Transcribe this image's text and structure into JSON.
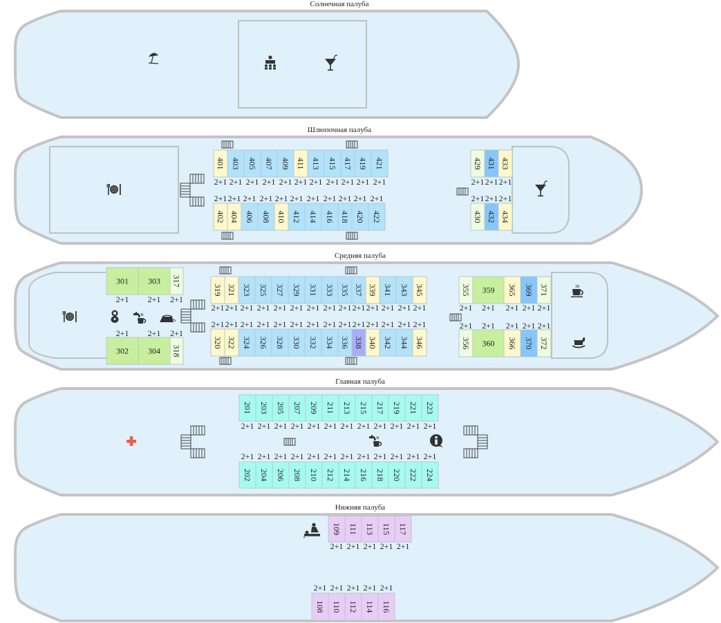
{
  "colors": {
    "hull_fill": "#e0f1fb",
    "hull_stroke": "#c4c4c4",
    "cabin_blue": "#b3e2fb",
    "cabin_yellow": "#fff8cc",
    "cabin_lightgreen": "#effce0",
    "cabin_green": "#c8ef9e",
    "cabin_darkblue": "#86c6fa",
    "cabin_violet": "#a7aefa",
    "cabin_cyan": "#a6fbef",
    "cabin_purple": "#e8cdf6",
    "medical_red": "#f05a4a"
  },
  "decks": [
    {
      "id": "sun",
      "title": "Солнечная палуба",
      "icons": [
        "beach-umbrella-icon",
        "conference-icon",
        "cocktail-bar-icon"
      ]
    },
    {
      "id": "boat",
      "title": "Шлюпочная палуба",
      "icons": [
        "restaurant-icon",
        "cocktail-bar-icon"
      ]
    },
    {
      "id": "middle",
      "title": "Средняя палуба",
      "icons": [
        "restaurant-icon",
        "child-care-icon",
        "boiling-water-icon",
        "ironing-icon",
        "coffee-icon",
        "rocking-horse-icon"
      ]
    },
    {
      "id": "main",
      "title": "Главная палуба",
      "icons": [
        "medical-cross-icon",
        "boiling-water-icon",
        "info-icon"
      ]
    },
    {
      "id": "lower",
      "title": "Нижняя палуба",
      "icons": [
        "massage-icon"
      ]
    }
  ],
  "cabins": {
    "boat_top": [
      {
        "n": "401",
        "c": "yellow",
        "cap": "2+1"
      },
      {
        "n": "403",
        "c": "blue",
        "cap": "2+1"
      },
      {
        "n": "405",
        "c": "blue",
        "cap": "2+1"
      },
      {
        "n": "407",
        "c": "blue",
        "cap": "2+1"
      },
      {
        "n": "409",
        "c": "blue",
        "cap": "2+1"
      },
      {
        "n": "411",
        "c": "yellow",
        "cap": "2+1"
      },
      {
        "n": "413",
        "c": "blue",
        "cap": "2+1"
      },
      {
        "n": "415",
        "c": "blue",
        "cap": "2+1"
      },
      {
        "n": "417",
        "c": "blue",
        "cap": "2+1"
      },
      {
        "n": "419",
        "c": "blue",
        "cap": "2+1"
      },
      {
        "n": "421",
        "c": "blue",
        "cap": "2+1"
      }
    ],
    "boat_bottom": [
      {
        "n": "402",
        "c": "yellow",
        "cap": "2+1"
      },
      {
        "n": "404",
        "c": "yellow",
        "cap": "2+1"
      },
      {
        "n": "406",
        "c": "blue",
        "cap": "2+1"
      },
      {
        "n": "408",
        "c": "blue",
        "cap": "2+1"
      },
      {
        "n": "410",
        "c": "yellow",
        "cap": "2+1"
      },
      {
        "n": "412",
        "c": "blue",
        "cap": "2+1"
      },
      {
        "n": "414",
        "c": "blue",
        "cap": "2+1"
      },
      {
        "n": "416",
        "c": "blue",
        "cap": "2+1"
      },
      {
        "n": "418",
        "c": "blue",
        "cap": "2+1"
      },
      {
        "n": "420",
        "c": "blue",
        "cap": "2+1"
      },
      {
        "n": "422",
        "c": "blue",
        "cap": "2+1"
      }
    ],
    "boat_bow_top": [
      {
        "n": "429",
        "c": "lightgreen",
        "cap": "2+1"
      },
      {
        "n": "431",
        "c": "darkblue",
        "cap": "2+1"
      },
      {
        "n": "433",
        "c": "yellow",
        "cap": "2+1"
      }
    ],
    "boat_bow_bottom": [
      {
        "n": "430",
        "c": "lightgreen",
        "cap": "2+1"
      },
      {
        "n": "432",
        "c": "darkblue",
        "cap": "2+1"
      },
      {
        "n": "434",
        "c": "yellow",
        "cap": "2+1"
      }
    ],
    "middle_stern_top": [
      {
        "n": "301",
        "c": "green",
        "cap": "2+1"
      },
      {
        "n": "303",
        "c": "green",
        "cap": "2+1"
      },
      {
        "n": "317",
        "c": "lightgreen",
        "cap": "2+1"
      }
    ],
    "middle_stern_bottom": [
      {
        "n": "302",
        "c": "green",
        "cap": "2+1"
      },
      {
        "n": "304",
        "c": "green",
        "cap": "2+1"
      },
      {
        "n": "318",
        "c": "lightgreen",
        "cap": "2+1"
      }
    ],
    "middle_top": [
      {
        "n": "319",
        "c": "yellow",
        "cap": "2+1"
      },
      {
        "n": "321",
        "c": "yellow",
        "cap": "2+1"
      },
      {
        "n": "323",
        "c": "blue",
        "cap": "2+1"
      },
      {
        "n": "325",
        "c": "blue",
        "cap": "2+1"
      },
      {
        "n": "327",
        "c": "blue",
        "cap": "2+1"
      },
      {
        "n": "329",
        "c": "blue",
        "cap": "2+1"
      },
      {
        "n": "331",
        "c": "blue",
        "cap": "2+1"
      },
      {
        "n": "333",
        "c": "blue",
        "cap": "2+1"
      },
      {
        "n": "335",
        "c": "blue",
        "cap": "2+1"
      },
      {
        "n": "337",
        "c": "blue",
        "cap": "2+1"
      },
      {
        "n": "339",
        "c": "yellow",
        "cap": "2+1"
      },
      {
        "n": "341",
        "c": "blue",
        "cap": "2+1"
      },
      {
        "n": "343",
        "c": "blue",
        "cap": "2+1"
      },
      {
        "n": "345",
        "c": "yellow",
        "cap": "2+1"
      }
    ],
    "middle_bottom": [
      {
        "n": "320",
        "c": "yellow",
        "cap": "2+1"
      },
      {
        "n": "322",
        "c": "yellow",
        "cap": "2+1"
      },
      {
        "n": "324",
        "c": "blue",
        "cap": "2+1"
      },
      {
        "n": "326",
        "c": "blue",
        "cap": "2+1"
      },
      {
        "n": "328",
        "c": "blue",
        "cap": "2+1"
      },
      {
        "n": "330",
        "c": "blue",
        "cap": "2+1"
      },
      {
        "n": "332",
        "c": "blue",
        "cap": "2+1"
      },
      {
        "n": "334",
        "c": "blue",
        "cap": "2+1"
      },
      {
        "n": "336",
        "c": "blue",
        "cap": "2+1"
      },
      {
        "n": "338",
        "c": "violet",
        "cap": "2+1"
      },
      {
        "n": "340",
        "c": "yellow",
        "cap": "2+1"
      },
      {
        "n": "342",
        "c": "blue",
        "cap": "2+1"
      },
      {
        "n": "344",
        "c": "blue",
        "cap": "2+1"
      },
      {
        "n": "346",
        "c": "yellow",
        "cap": "2+1"
      }
    ],
    "middle_bow_top": [
      {
        "n": "355",
        "c": "lightgreen",
        "cap": "2+1"
      },
      {
        "n": "359",
        "c": "green",
        "cap": "2+1"
      },
      {
        "n": "365",
        "c": "yellow",
        "cap": "2+1"
      },
      {
        "n": "369",
        "c": "darkblue",
        "cap": "2+1"
      },
      {
        "n": "371",
        "c": "lightgreen",
        "cap": "2+1"
      }
    ],
    "middle_bow_bottom": [
      {
        "n": "356",
        "c": "lightgreen",
        "cap": "2+1"
      },
      {
        "n": "360",
        "c": "green",
        "cap": "2+1"
      },
      {
        "n": "366",
        "c": "yellow",
        "cap": "2+1"
      },
      {
        "n": "370",
        "c": "darkblue",
        "cap": "2+1"
      },
      {
        "n": "372",
        "c": "lightgreen",
        "cap": "2+1"
      }
    ],
    "main_top": [
      {
        "n": "201",
        "c": "cyan",
        "cap": "2+1"
      },
      {
        "n": "203",
        "c": "cyan",
        "cap": "2+1"
      },
      {
        "n": "205",
        "c": "cyan",
        "cap": "2+1"
      },
      {
        "n": "207",
        "c": "cyan",
        "cap": "2+1"
      },
      {
        "n": "209",
        "c": "cyan",
        "cap": "2+1"
      },
      {
        "n": "211",
        "c": "cyan",
        "cap": "2+1"
      },
      {
        "n": "213",
        "c": "cyan",
        "cap": "2+1"
      },
      {
        "n": "215",
        "c": "cyan",
        "cap": "2+1"
      },
      {
        "n": "217",
        "c": "cyan",
        "cap": "2+1"
      },
      {
        "n": "219",
        "c": "cyan",
        "cap": "2+1"
      },
      {
        "n": "221",
        "c": "cyan",
        "cap": "2+1"
      },
      {
        "n": "223",
        "c": "cyan",
        "cap": "2+1"
      }
    ],
    "main_bottom": [
      {
        "n": "202",
        "c": "cyan",
        "cap": "2+1"
      },
      {
        "n": "204",
        "c": "cyan",
        "cap": "2+1"
      },
      {
        "n": "206",
        "c": "cyan",
        "cap": "2+1"
      },
      {
        "n": "208",
        "c": "cyan",
        "cap": "2+1"
      },
      {
        "n": "210",
        "c": "cyan",
        "cap": "2+1"
      },
      {
        "n": "212",
        "c": "cyan",
        "cap": "2+1"
      },
      {
        "n": "214",
        "c": "cyan",
        "cap": "2+1"
      },
      {
        "n": "216",
        "c": "cyan",
        "cap": "2+1"
      },
      {
        "n": "218",
        "c": "cyan",
        "cap": "2+1"
      },
      {
        "n": "220",
        "c": "cyan",
        "cap": "2+1"
      },
      {
        "n": "222",
        "c": "cyan",
        "cap": "2+1"
      },
      {
        "n": "224",
        "c": "cyan",
        "cap": "2+1"
      }
    ],
    "lower_top": [
      {
        "n": "109",
        "c": "purple",
        "cap": "2+1"
      },
      {
        "n": "111",
        "c": "purple",
        "cap": "2+1"
      },
      {
        "n": "113",
        "c": "purple",
        "cap": "2+1"
      },
      {
        "n": "115",
        "c": "purple",
        "cap": "2+1"
      },
      {
        "n": "117",
        "c": "purple",
        "cap": "2+1"
      }
    ],
    "lower_bottom": [
      {
        "n": "108",
        "c": "purple",
        "cap": "2+1"
      },
      {
        "n": "110",
        "c": "purple",
        "cap": "2+1"
      },
      {
        "n": "112",
        "c": "purple",
        "cap": "2+1"
      },
      {
        "n": "114",
        "c": "purple",
        "cap": "2+1"
      },
      {
        "n": "116",
        "c": "purple",
        "cap": "2+1"
      }
    ]
  }
}
